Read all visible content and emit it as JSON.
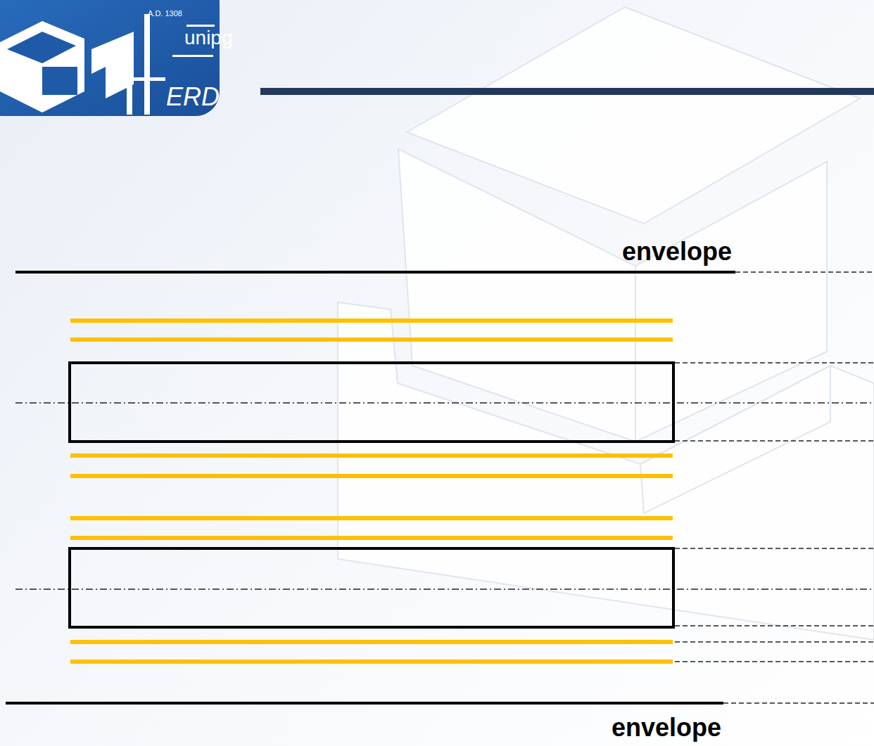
{
  "diagram": {
    "labels": [
      "A.D. 1308",
      "unipg",
      "ERD",
      "envelope",
      "envelope"
    ]
  }
}
